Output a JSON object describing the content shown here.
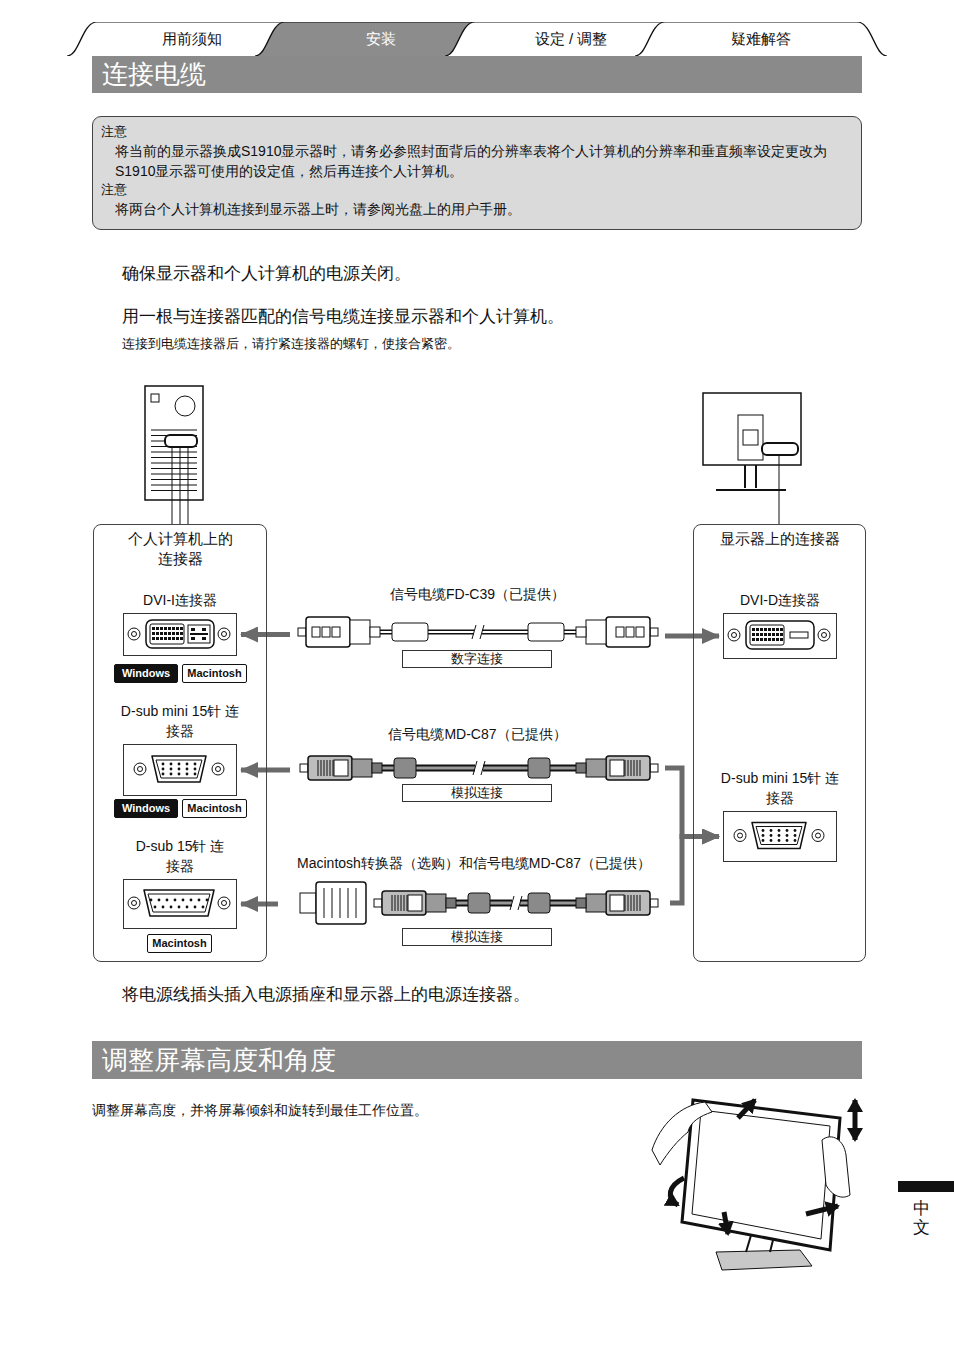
{
  "diagram": {
    "title": "连接电缆",
    "nodes": [
      {
        "text": [
          "用前须知"
        ]
      },
      {
        "text": [
          "安装"
        ]
      },
      {
        "text": [
          "设定 / 调整"
        ]
      },
      {
        "text": [
          "疑难解答"
        ]
      },
      {
        "text": [
          "注意",
          "将当前的显示器换成S1910显示器时，请务必参照封面背后的分辨率表将个人计算机的分辨率和垂直频率设定更改为S1910显示器可使用的设定值，然后再连接个人计算机。",
          "注意",
          "将两台个人计算机连接到显示器上时，请参阅光盘上的用户手册。"
        ]
      },
      {
        "text": [
          "个人计算机上的 连接器"
        ]
      },
      {
        "text": [
          "DVI-I连接器"
        ],
        "in": 5
      },
      {
        "text": [
          "Windows"
        ],
        "in": 5
      },
      {
        "text": [
          "Macintosh"
        ],
        "in": 5
      },
      {
        "text": [
          "D-sub mini 15针 连接器"
        ],
        "in": 5
      },
      {
        "text": [
          "Windows"
        ],
        "in": 5
      },
      {
        "text": [
          "Macintosh"
        ],
        "in": 5
      },
      {
        "text": [
          "D-sub 15针 连接器"
        ],
        "in": 5
      },
      {
        "text": [
          "Macintosh"
        ],
        "in": 5
      },
      {
        "text": [
          "信号电缆FD-C39（已提供）"
        ]
      },
      {
        "text": [
          "数字连接"
        ],
        "in": 14
      },
      {
        "text": [
          "信号电缆MD-C87（已提供）"
        ]
      },
      {
        "text": [
          "模拟连接"
        ],
        "in": 16
      },
      {
        "text": [
          "Macintosh转换器（选购）和信号电缆MD-C87（已提供）"
        ]
      },
      {
        "text": [
          "模拟连接"
        ],
        "in": 18
      },
      {
        "text": [
          "显示器上的连接器"
        ]
      },
      {
        "text": [
          "DVI-D连接器"
        ],
        "in": 20
      },
      {
        "text": [
          "D-sub mini 15针 连接器"
        ],
        "in": 20
      },
      {
        "text": [
          "调整屏幕高度和角度"
        ]
      }
    ],
    "edges": [
      {
        "from": 14,
        "to": 6,
        "arrow": "to"
      },
      {
        "from": 14,
        "to": 21,
        "arrow": "to"
      },
      {
        "from": 16,
        "to": 9,
        "arrow": "to"
      },
      {
        "from": 16,
        "to": 22,
        "arrow": "to"
      },
      {
        "from": 18,
        "to": 12,
        "arrow": "to"
      },
      {
        "from": 18,
        "to": 22,
        "arrow": "to"
      }
    ],
    "labels": [
      "确保显示器和个人计算机的电源关闭。",
      "用一根与连接器匹配的信号电缆连接显示器和个人计算机。",
      "连接到电缆连接器后，请拧紧连接器的螺钉，使接合紧密。",
      "将电源线插头插入电源插座和显示器上的电源连接器。",
      "调整屏幕高度，并将屏幕倾斜和旋转到最佳工作位置。",
      "中文"
    ]
  }
}
